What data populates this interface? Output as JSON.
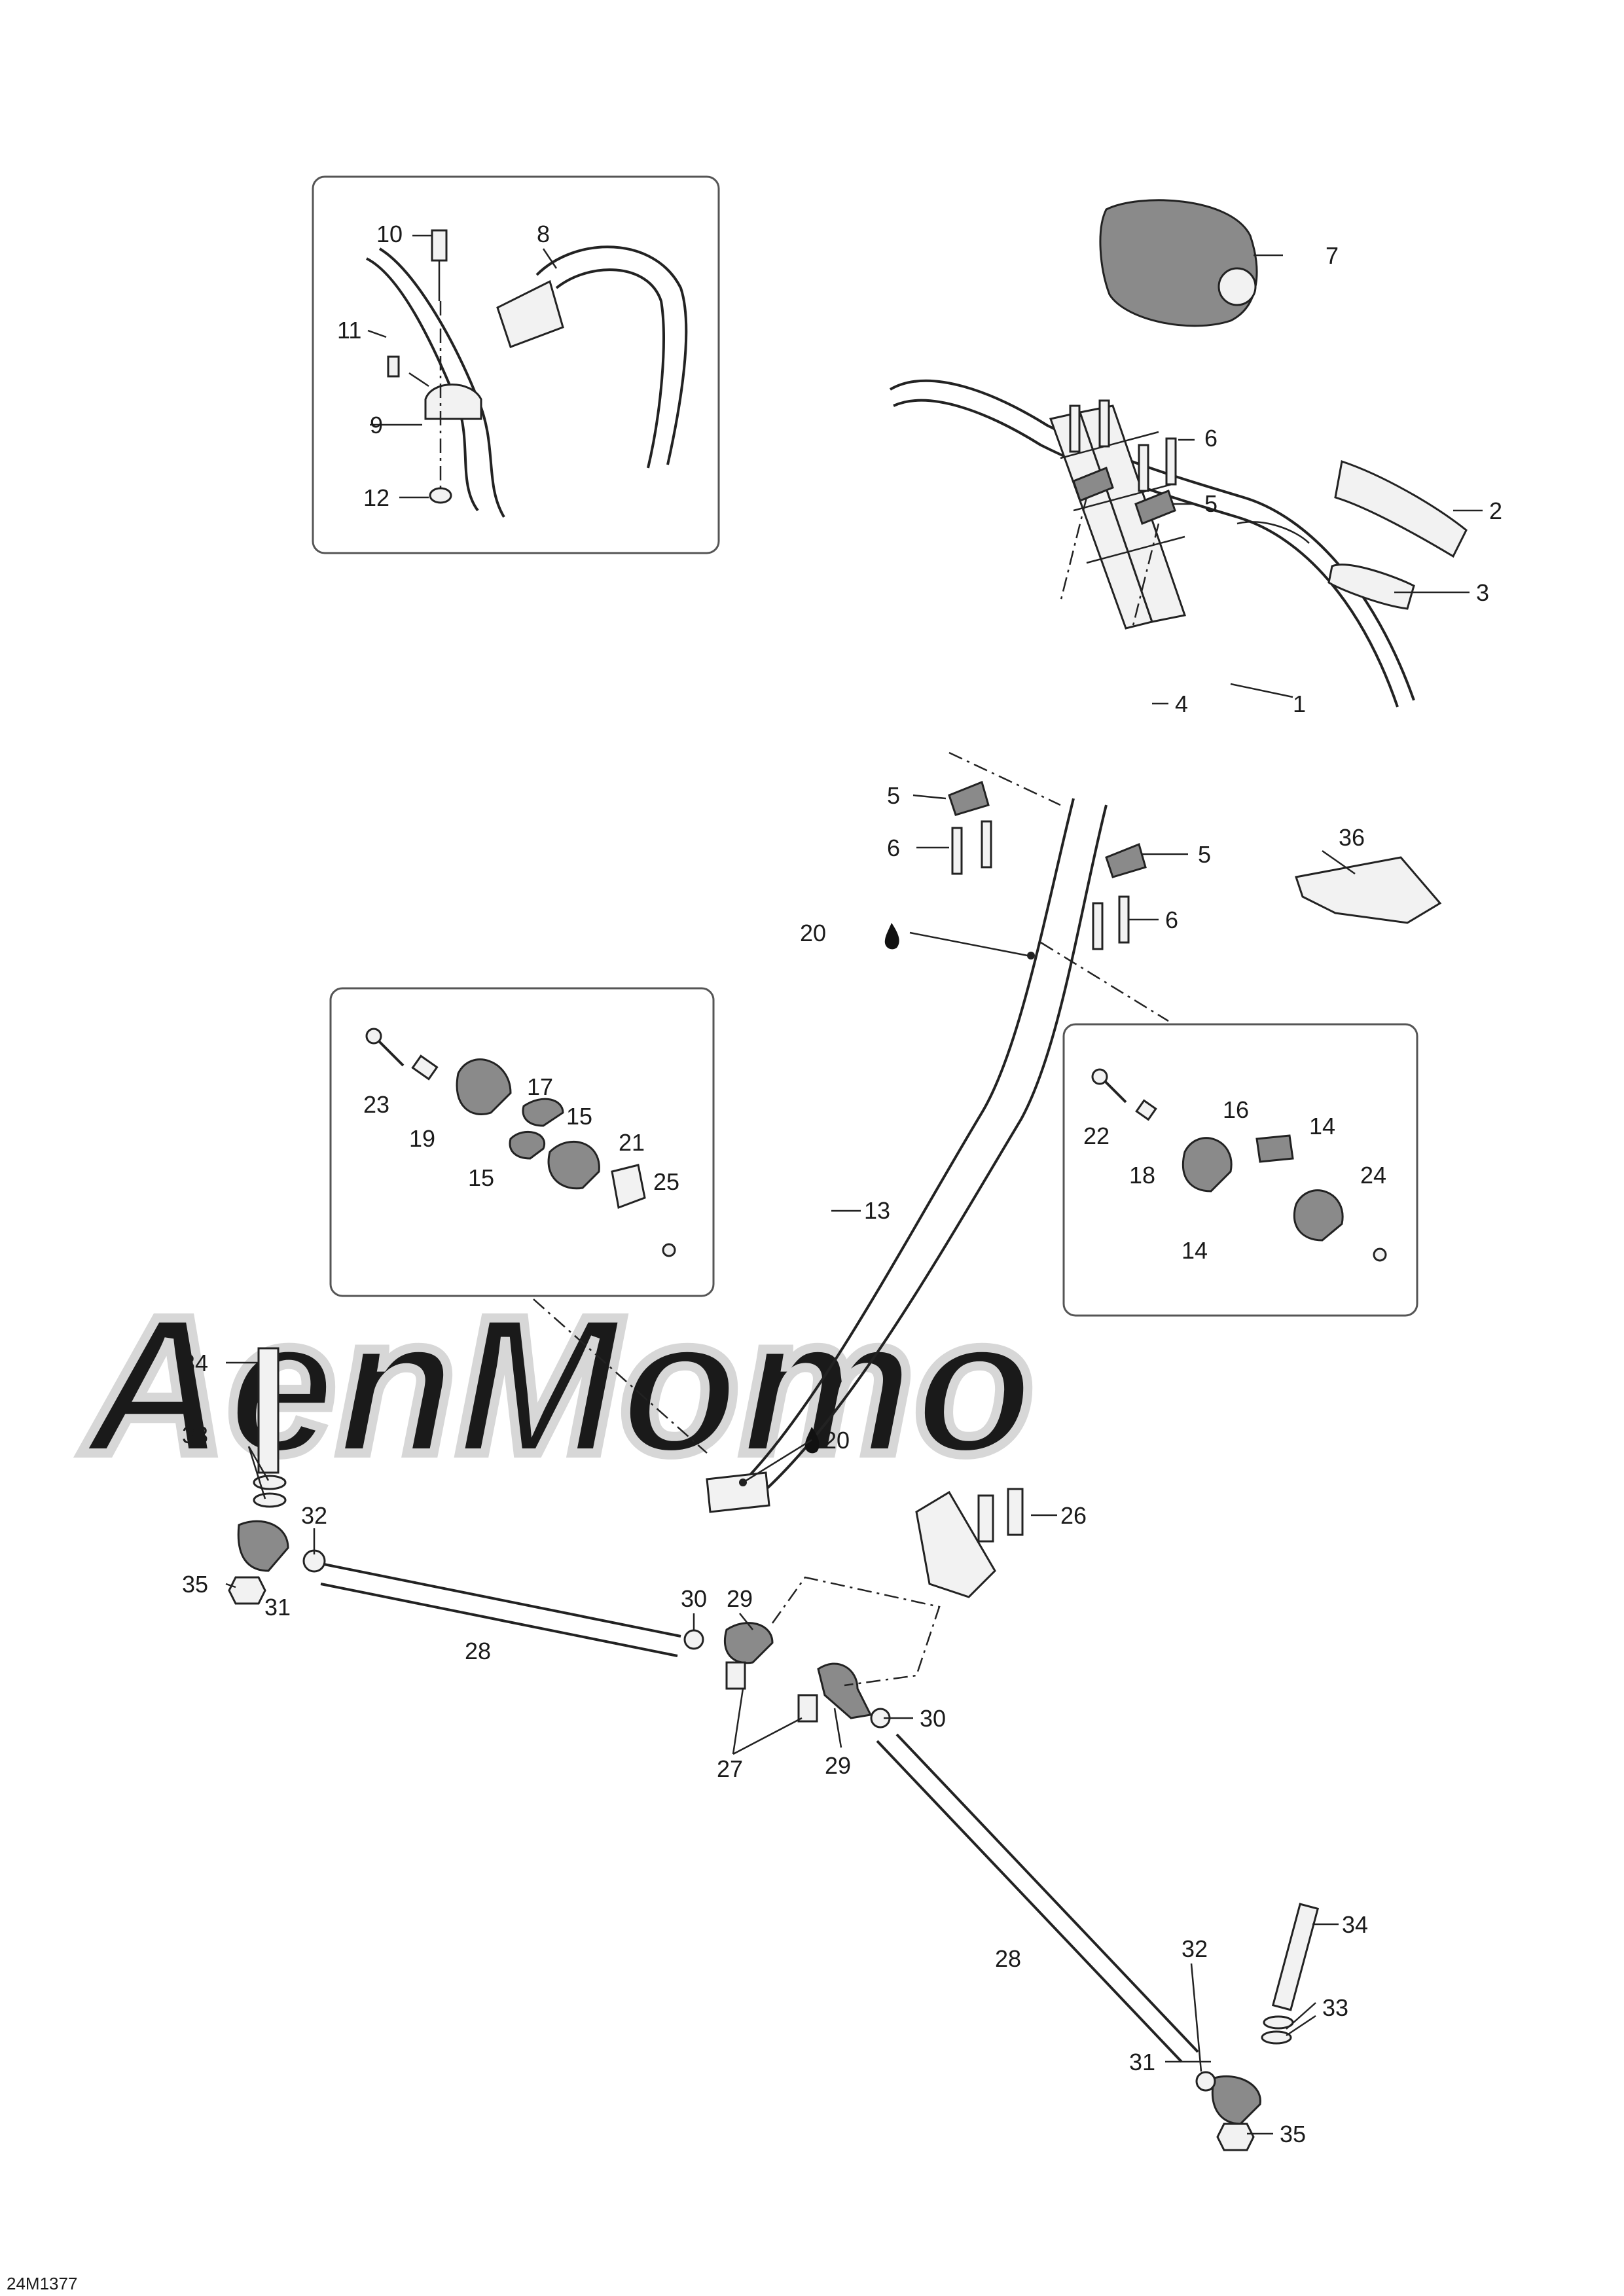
{
  "watermark": {
    "text": "AenMomo"
  },
  "document_id": "24M1377",
  "callouts": {
    "c1": "1",
    "c2": "2",
    "c3": "3",
    "c4": "4",
    "c5a": "5",
    "c5b": "5",
    "c5c": "5",
    "c6a": "6",
    "c6b": "6",
    "c6c": "6",
    "c7": "7",
    "c8": "8",
    "c9": "9",
    "c10": "10",
    "c11": "11",
    "c12": "12",
    "c13": "13",
    "c14a": "14",
    "c14b": "14",
    "c15a": "15",
    "c15b": "15",
    "c16": "16",
    "c17": "17",
    "c18": "18",
    "c19": "19",
    "c20a": "20",
    "c20b": "20",
    "c21": "21",
    "c22": "22",
    "c23": "23",
    "c24": "24",
    "c25": "25",
    "c26": "26",
    "c27": "27",
    "c28a": "28",
    "c28b": "28",
    "c29a": "29",
    "c29b": "29",
    "c30a": "30",
    "c30b": "30",
    "c31a": "31",
    "c31b": "31",
    "c32a": "32",
    "c32b": "32",
    "c33a": "33",
    "c33b": "33",
    "c34a": "34",
    "c34b": "34",
    "c35a": "35",
    "c35b": "35",
    "c36": "36"
  }
}
